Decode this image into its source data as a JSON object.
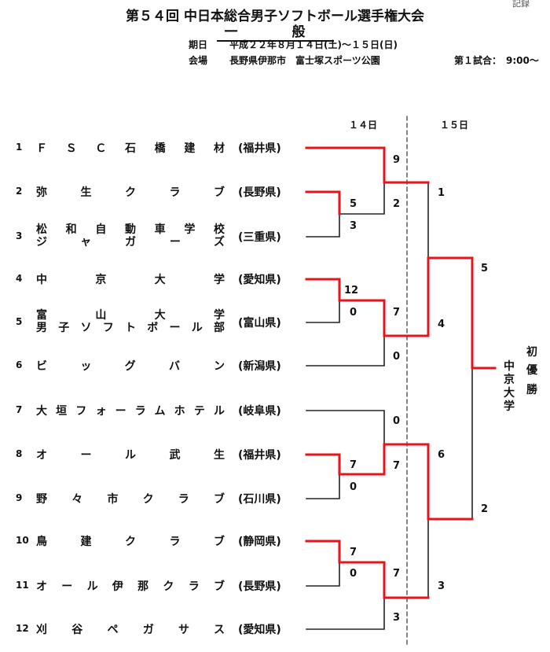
{
  "corner_text": "記録",
  "title": "第５４回 中日本総合男子ソフトボール選手権大会",
  "category": "一　般",
  "info": {
    "date_label": "期日",
    "date_value": "平成２２年８月１４日(土)～１５日(日)",
    "venue_label": "会場",
    "venue_value": "長野県伊那市　富士塚スポーツ公園",
    "first_game": "第１試合：　9:00～"
  },
  "days": {
    "day1": "１４日",
    "day2": "１５日"
  },
  "teams": [
    {
      "num": "1",
      "name": [
        "ＦＳＣ石橋建材"
      ],
      "pref": "(福井県)"
    },
    {
      "num": "2",
      "name": [
        "弥生クラブ"
      ],
      "pref": "(長野県)"
    },
    {
      "num": "3",
      "name": [
        "松和自動車学校",
        "ジャガーズ"
      ],
      "pref": "(三重県)"
    },
    {
      "num": "4",
      "name": [
        "中京大学"
      ],
      "pref": "(愛知県)"
    },
    {
      "num": "5",
      "name": [
        "富山大学",
        "男子ソフトボール部"
      ],
      "pref": "(富山県)"
    },
    {
      "num": "6",
      "name": [
        "ビッグバン"
      ],
      "pref": "(新潟県)"
    },
    {
      "num": "7",
      "name": [
        "大垣フォーラムホテル"
      ],
      "pref": "(岐阜県)"
    },
    {
      "num": "8",
      "name": [
        "オール武生"
      ],
      "pref": "(福井県)"
    },
    {
      "num": "9",
      "name": [
        "野々市クラブ"
      ],
      "pref": "(石川県)"
    },
    {
      "num": "10",
      "name": [
        "鳥建クラブ"
      ],
      "pref": "(静岡県)"
    },
    {
      "num": "11",
      "name": [
        "オール伊那クラブ"
      ],
      "pref": "(長野県)"
    },
    {
      "num": "12",
      "name": [
        "刈谷ペガサス"
      ],
      "pref": "(愛知県)"
    }
  ],
  "scores": {
    "r1_g1_top": "5",
    "r1_g1_bot": "3",
    "r1_g2_top": "12",
    "r1_g2_bot": "0",
    "r1_g3_top": "7",
    "r1_g3_bot": "0",
    "r1_g4_top": "7",
    "r1_g4_bot": "0",
    "r2_g1_top": "9",
    "r2_g1_bot": "2",
    "r2_g2_top": "7",
    "r2_g2_bot": "0",
    "r2_g3_top": "0",
    "r2_g3_bot": "7",
    "r2_g4_top": "7",
    "r2_g4_bot": "3",
    "sf1_top": "1",
    "sf1_bot": "4",
    "sf2_top": "6",
    "sf2_bot": "3",
    "final_top": "5",
    "final_bot": "2"
  },
  "champion": {
    "label_1": "初",
    "label_2": "優",
    "label_3": "勝",
    "team": "中京大学"
  },
  "colors": {
    "winner_line": "#e8141b",
    "line": "#222222"
  }
}
